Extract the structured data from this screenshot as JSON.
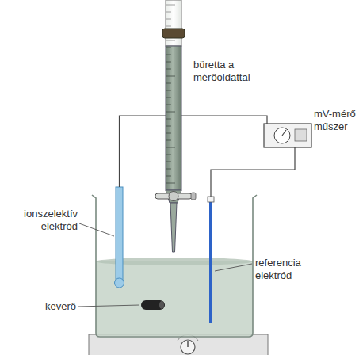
{
  "diagram": {
    "labels": [
      "büretta a mérőoldattal",
      "mV-mérő műszer",
      "ionszelektív elektród",
      "referencia elektród",
      "keverő"
    ]
  }
}
